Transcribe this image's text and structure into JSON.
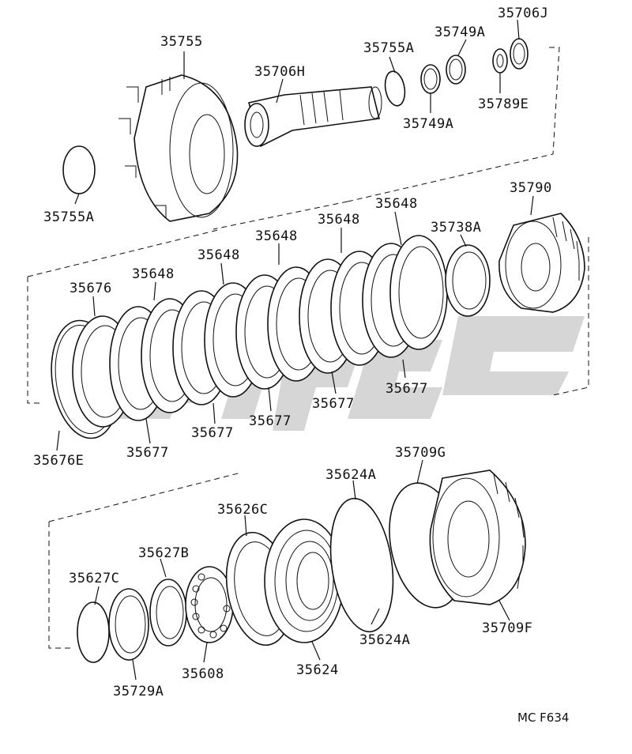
{
  "diagram_code": "MC F634",
  "labels": {
    "p35755": "35755",
    "p35706H": "35706H",
    "p35755A_top": "35755A",
    "p35749A_top": "35749A",
    "p35706J": "35706J",
    "p35789E": "35789E",
    "p35749A_mid": "35749A",
    "p35755A_left": "35755A",
    "p35790": "35790",
    "p35738A": "35738A",
    "p35648_a": "35648",
    "p35648_b": "35648",
    "p35648_c": "35648",
    "p35648_d": "35648",
    "p35648_e": "35648",
    "p35676": "35676",
    "p35677_a": "35677",
    "p35677_b": "35677",
    "p35677_c": "35677",
    "p35677_d": "35677",
    "p35677_e": "35677",
    "p35676E": "35676E",
    "p35709G": "35709G",
    "p35624A_top": "35624A",
    "p35626C": "35626C",
    "p35627B": "35627B",
    "p35627C": "35627C",
    "p35624A_bot": "35624A",
    "p35709F": "35709F",
    "p35729A": "35729A",
    "p35608": "35608",
    "p35624": "35624"
  }
}
